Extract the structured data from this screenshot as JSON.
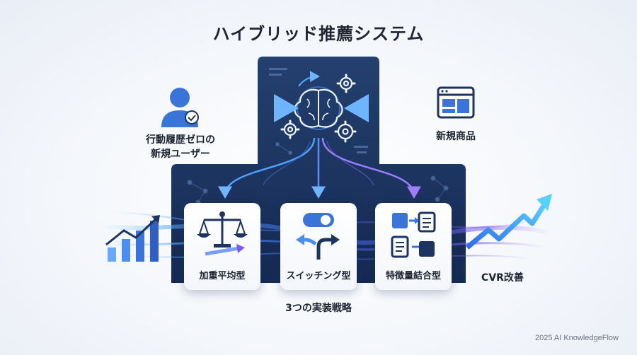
{
  "title": "ハイブリッド推薦システム",
  "inputs": {
    "left": "行動履歴ゼロの新規ユーザー",
    "right": "新規商品"
  },
  "strategies": [
    {
      "label": "加重平均型",
      "icon": "balance-scale-icon"
    },
    {
      "label": "スイッチング型",
      "icon": "switch-route-icon"
    },
    {
      "label": "特徴量結合型",
      "icon": "feature-merge-icon"
    }
  ],
  "strategies_caption": "3つの実装戦略",
  "outcome": "CVR改善",
  "footer": "2025 AI KnowledgeFlow",
  "colors": {
    "panel": "#1d3460",
    "accent_blue": "#3b82f6",
    "accent_purple": "#7c5cf0",
    "user_icon": "#3a74d9"
  }
}
